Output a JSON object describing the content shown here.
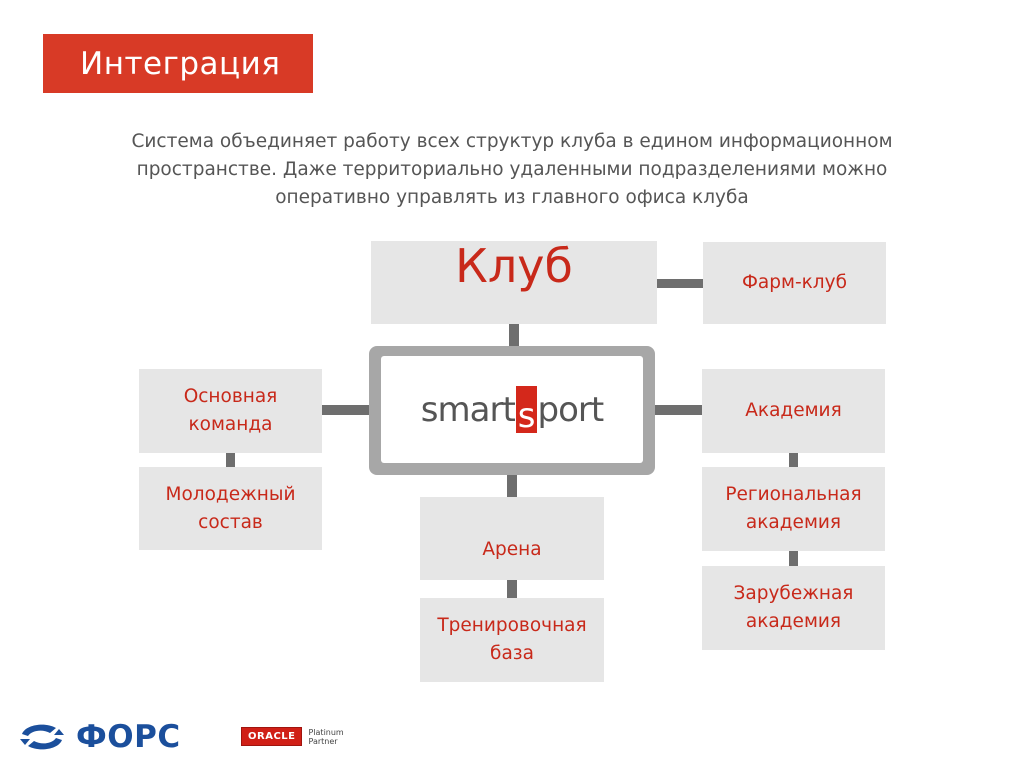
{
  "header": {
    "title": "Интеграция"
  },
  "intro": {
    "lines": [
      "Система объединяет работу всех структур клуба в едином информационном",
      "пространстве. Даже территориально удаленными подразделениями можно",
      "оперативно управлять из главного офиса клуба"
    ]
  },
  "hub": {
    "logo_left": "smart",
    "logo_s": "s",
    "logo_right": "port"
  },
  "nodes": {
    "club": "Клуб",
    "farm_club": "Фарм-клуб",
    "main_team_1": "Основная",
    "main_team_2": "команда",
    "youth_1": "Молодежный",
    "youth_2": "состав",
    "academy": "Академия",
    "regional_1": "Региональная",
    "regional_2": "академия",
    "foreign_1": "Зарубежная",
    "foreign_2": "академия",
    "arena": "Арена",
    "training_1": "Тренировочная",
    "training_2": "база"
  },
  "footer": {
    "fors_label": "ФОРС",
    "oracle_label": "ORACLE",
    "oracle_sub_1": "Platinum",
    "oracle_sub_2": "Partner"
  },
  "colors": {
    "accent": "#d83a26",
    "node_text": "#c8291a",
    "node_bg": "#e6e6e6",
    "connector": "#6e6e6e",
    "hub_frame": "#a7a7a7",
    "fors_blue": "#1b4f9c"
  }
}
